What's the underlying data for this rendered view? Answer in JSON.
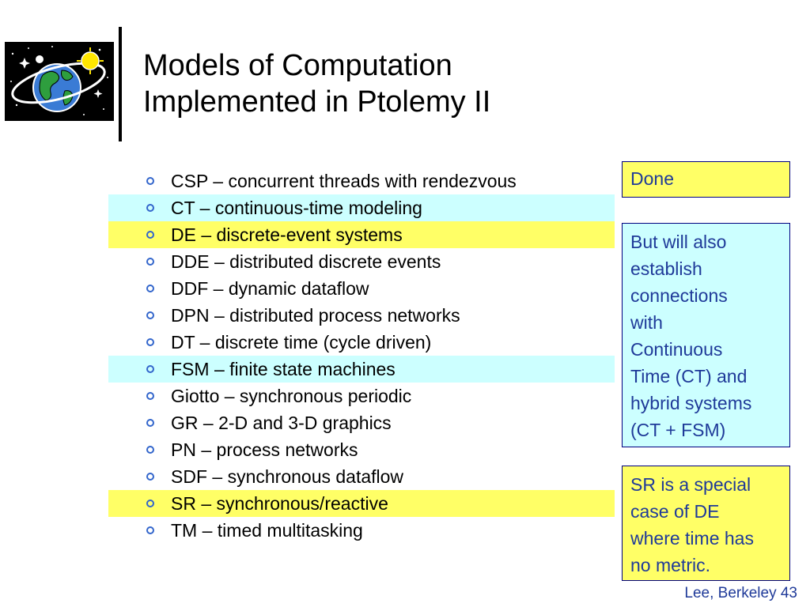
{
  "title": {
    "line1": "Models of Computation",
    "line2": "Implemented in Ptolemy II"
  },
  "logo": {
    "icon": "globe-with-orbiting-sun-icon"
  },
  "models": [
    {
      "text": "CSP – concurrent threads with rendezvous",
      "highlight": "none"
    },
    {
      "text": "CT – continuous-time modeling",
      "highlight": "cyan"
    },
    {
      "text": "DE – discrete-event systems",
      "highlight": "yellow"
    },
    {
      "text": "DDE – distributed discrete events",
      "highlight": "none"
    },
    {
      "text": "DDF – dynamic dataflow",
      "highlight": "none"
    },
    {
      "text": "DPN – distributed process networks",
      "highlight": "none"
    },
    {
      "text": "DT – discrete time (cycle driven)",
      "highlight": "none"
    },
    {
      "text": "FSM – finite state machines",
      "highlight": "cyan"
    },
    {
      "text": "Giotto – synchronous periodic",
      "highlight": "none"
    },
    {
      "text": "GR – 2-D and 3-D graphics",
      "highlight": "none"
    },
    {
      "text": "PN – process networks",
      "highlight": "none"
    },
    {
      "text": "SDF – synchronous dataflow",
      "highlight": "none"
    },
    {
      "text": "SR – synchronous/reactive",
      "highlight": "yellow"
    },
    {
      "text": "TM – timed multitasking",
      "highlight": "none"
    }
  ],
  "notes": {
    "done": "Done",
    "ct_lines": [
      "But will also",
      "establish",
      "connections",
      "with",
      "Continuous",
      "Time (CT) and",
      "hybrid systems",
      "(CT + FSM)"
    ],
    "sr_lines": [
      "SR is a special",
      "case of DE",
      "where time has",
      "no metric."
    ]
  },
  "footer": "Lee, Berkeley 43",
  "colors": {
    "cyan_highlight": "#ccffff",
    "yellow_highlight": "#ffff66",
    "bullet": "#3366cc",
    "note_text": "#1f3a99"
  }
}
